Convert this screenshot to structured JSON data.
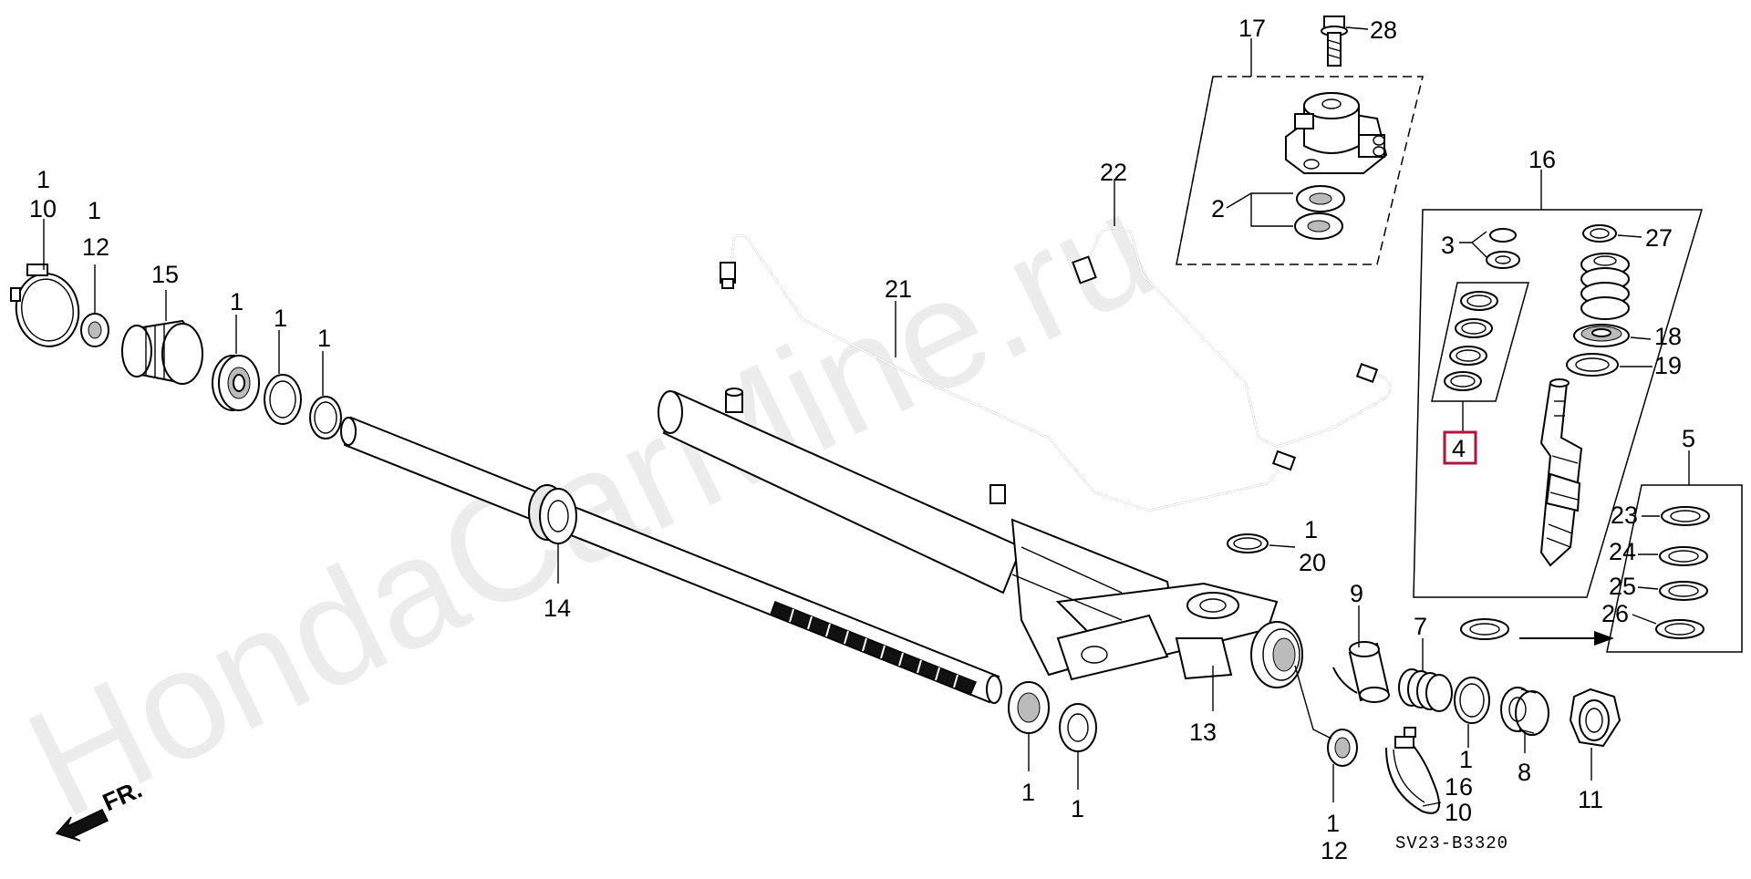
{
  "watermark": "HondaCarMine.ru",
  "diagram_code": "SV23-B3320",
  "front_marker": "FR.",
  "highlight_color": "#b0163a",
  "labels": {
    "l17": "17",
    "l28": "28",
    "l22": "22",
    "l21": "21",
    "l16": "16",
    "l27": "27",
    "l3": "3",
    "l2": "2",
    "l18": "18",
    "l19": "19",
    "l4": "4",
    "l5": "5",
    "l23": "23",
    "l24": "24",
    "l25": "25",
    "l26": "26",
    "l1a": "1",
    "l10a": "10",
    "l1b": "1",
    "l12a": "12",
    "l15": "15",
    "l1c": "1",
    "l1d": "1",
    "l1e": "1",
    "l14": "14",
    "l1f": "1",
    "l20": "20",
    "l9": "9",
    "l7": "7",
    "l13": "13",
    "l1g": "1",
    "l6": "6",
    "l8": "8",
    "l11": "11",
    "l1h": "1",
    "l1i": "1",
    "l1j": "1",
    "l12b": "12",
    "l1k": "1",
    "l10b": "10"
  }
}
